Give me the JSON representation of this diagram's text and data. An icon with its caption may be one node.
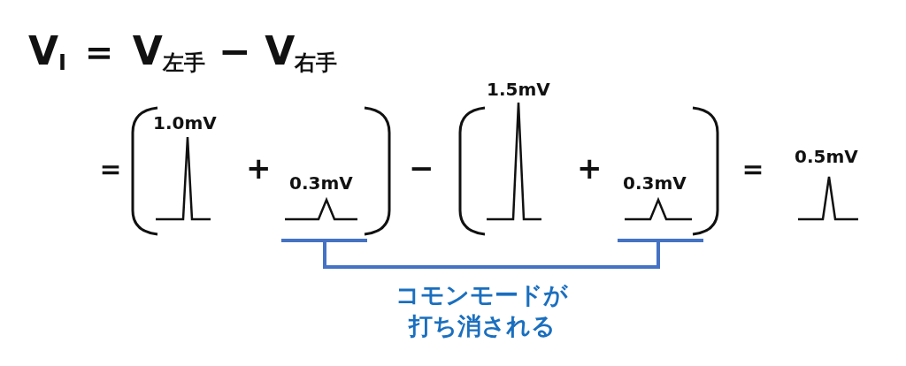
{
  "diagram": {
    "labels": [
      "V$_{I}$ ＝ V$_{左手}$ − V$_{右手}$",
      "＝",
      "1.0mV",
      "+",
      "0.3mV",
      "−",
      "1.5mV",
      "+",
      "0.3mV",
      "＝",
      "0.5mV",
      "コモンモードが打ち消される"
    ]
  }
}
